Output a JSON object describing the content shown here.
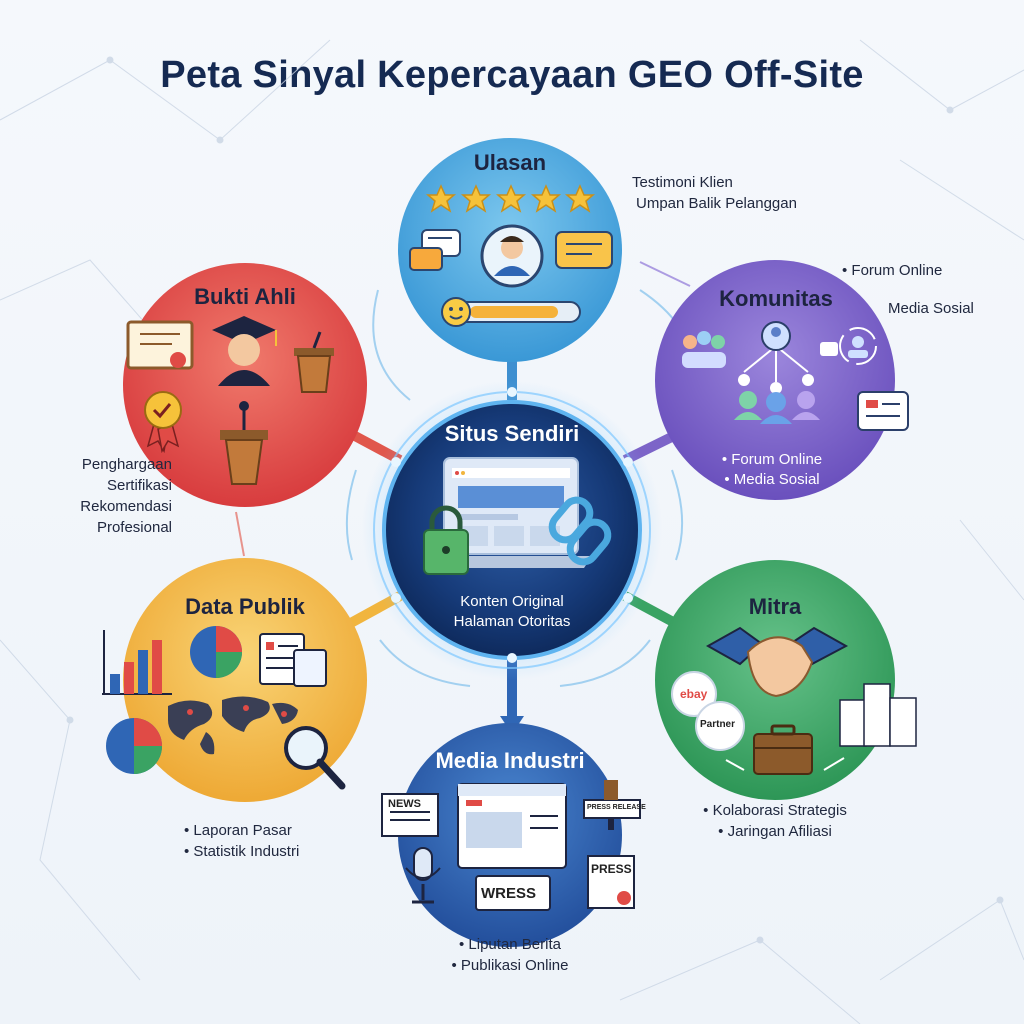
{
  "title": "Peta Sinyal Kepercayaan GEO Off-Site",
  "center": {
    "title": "Situs Sendiri",
    "items": [
      "Konten Original",
      "Halaman Otoritas"
    ]
  },
  "nodes": {
    "ulasan": {
      "title": "Ulasan",
      "ext": [
        "Testimoni Klien",
        "Umpan Balik Pelanggan"
      ],
      "color": "#4aa8de"
    },
    "komunitas": {
      "title": "Komunitas",
      "ext": [
        "• Forum Online",
        "Media Sosial"
      ],
      "inner": [
        "• Forum Online",
        "• Media Sosial"
      ],
      "color": "#7c64c8"
    },
    "mitra": {
      "title": "Mitra",
      "ext": [
        "• Kolaborasi Strategis",
        "• Jaringan Afiliasi"
      ],
      "logos": [
        "ebay",
        "Partner"
      ],
      "color": "#3aa363"
    },
    "media": {
      "title": "Media Industri",
      "ext": [
        "• Liputan Berita",
        "• Publikasi Online"
      ],
      "badges": [
        "NEWS",
        "PRESS RELEASE",
        "WRESS",
        "PRESS"
      ],
      "color": "#2f66b5"
    },
    "data": {
      "title": "Data Publik",
      "ext": [
        "• Laporan Pasar",
        "• Statistik Industri"
      ],
      "color": "#f1b53e"
    },
    "bukti": {
      "title": "Bukti Ahli",
      "ext": [
        "Penghargaan",
        "Sertifikasi",
        "Rekomendasi",
        "Profesional"
      ],
      "color": "#e04b46"
    }
  }
}
